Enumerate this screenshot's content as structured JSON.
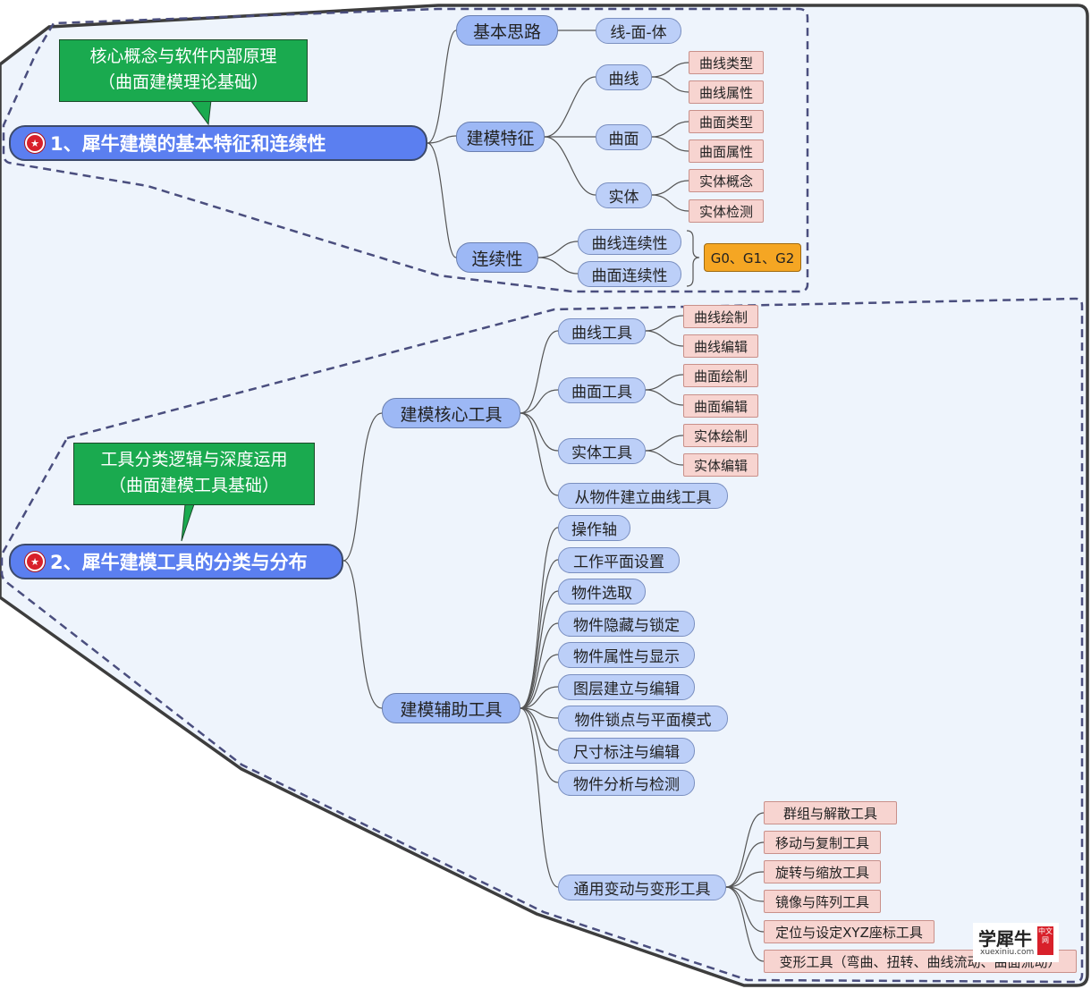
{
  "branch1": {
    "title": "1、犀牛建模的基本特征和连续性",
    "callout": [
      "核心概念与软件内部原理",
      "（曲面建模理论基础）"
    ],
    "basic_idea": {
      "label": "基本思路",
      "child": "线-面-体"
    },
    "features": {
      "label": "建模特征",
      "curve": {
        "label": "曲线",
        "leaves": [
          "曲线类型",
          "曲线属性"
        ]
      },
      "surface": {
        "label": "曲面",
        "leaves": [
          "曲面类型",
          "曲面属性"
        ]
      },
      "solid": {
        "label": "实体",
        "leaves": [
          "实体概念",
          "实体检测"
        ]
      }
    },
    "continuity": {
      "label": "连续性",
      "children": [
        "曲线连续性",
        "曲面连续性"
      ],
      "summary": "G0、G1、G2"
    }
  },
  "branch2": {
    "title": "2、犀牛建模工具的分类与分布",
    "callout": [
      "工具分类逻辑与深度运用",
      "（曲面建模工具基础）"
    ],
    "core": {
      "label": "建模核心工具",
      "curve_tool": {
        "label": "曲线工具",
        "leaves": [
          "曲线绘制",
          "曲线编辑"
        ]
      },
      "surface_tool": {
        "label": "曲面工具",
        "leaves": [
          "曲面绘制",
          "曲面编辑"
        ]
      },
      "solid_tool": {
        "label": "实体工具",
        "leaves": [
          "实体绘制",
          "实体编辑"
        ]
      },
      "from_object": "从物件建立曲线工具"
    },
    "aux": {
      "label": "建模辅助工具",
      "items": [
        "操作轴",
        "工作平面设置",
        "物件选取",
        "物件隐藏与锁定",
        "物件属性与显示",
        "图层建立与编辑",
        "物件锁点与平面模式",
        "尺寸标注与编辑",
        "物件分析与检测"
      ],
      "transform": {
        "label": "通用变动与变形工具",
        "leaves": [
          "群组与解散工具",
          "移动与复制工具",
          "旋转与缩放工具",
          "镜像与阵列工具",
          "定位与设定XYZ座标工具",
          "变形工具（弯曲、扭转、曲线流动、曲面流动）"
        ]
      }
    }
  },
  "logo": {
    "text": "学犀牛",
    "site": "xuexiniu.com",
    "badge": "中文网"
  },
  "colors": {
    "main_node": "#5b7ff0",
    "level1_node": "#9db8f5",
    "level2_node": "#bccff8",
    "leaf_node": "#f7d4d0",
    "summary_node": "#f5a623",
    "callout": "#1aaa4f",
    "boundary_fill": "#eef4fc",
    "dashed_boundary": "#4a4e7e"
  }
}
